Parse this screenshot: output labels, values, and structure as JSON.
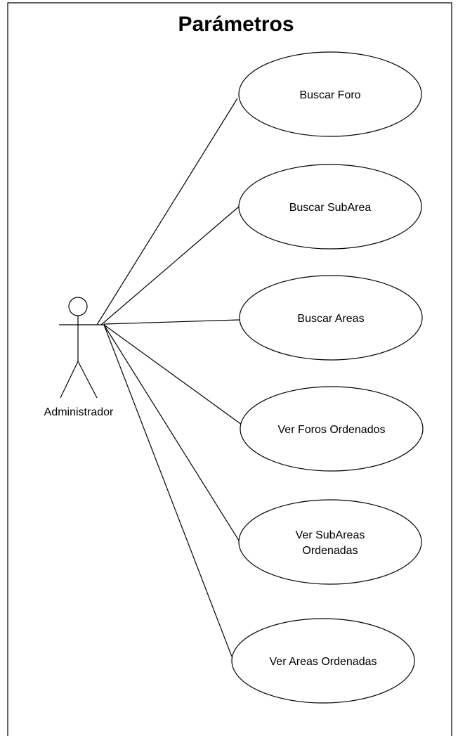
{
  "diagram": {
    "title": "Parámetros",
    "actor": {
      "name": "Administrador"
    },
    "use_cases": [
      {
        "lines": [
          "Buscar Foro"
        ]
      },
      {
        "lines": [
          "Buscar SubArea"
        ]
      },
      {
        "lines": [
          "Buscar Areas"
        ]
      },
      {
        "lines": [
          "Ver Foros Ordenados"
        ]
      },
      {
        "lines": [
          "Ver SubAreas",
          "Ordenadas"
        ]
      },
      {
        "lines": [
          "Ver Areas Ordenadas"
        ]
      }
    ]
  }
}
